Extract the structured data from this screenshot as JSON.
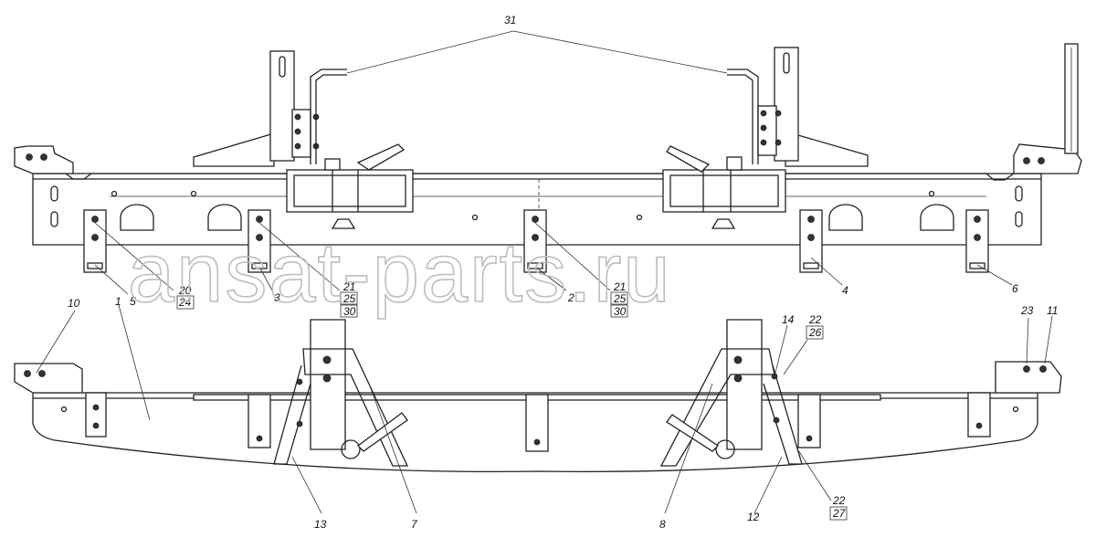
{
  "watermark": "ansat-parts.ru",
  "top_view_labels": {
    "l31": "31",
    "l1": "1",
    "l5": "5",
    "l20": "20",
    "l24": "24",
    "l3": "3",
    "l21a": "21",
    "l25a": "25",
    "l30a": "30",
    "l2": "2",
    "l21b": "21",
    "l25b": "25",
    "l30b": "30",
    "l4": "4",
    "l6": "6"
  },
  "bottom_view_labels": {
    "l10": "10",
    "l14": "14",
    "l22a": "22",
    "l26": "26",
    "l23": "23",
    "l11": "11",
    "l13": "13",
    "l7": "7",
    "l8": "8",
    "l12": "12",
    "l22b": "22",
    "l27": "27"
  }
}
